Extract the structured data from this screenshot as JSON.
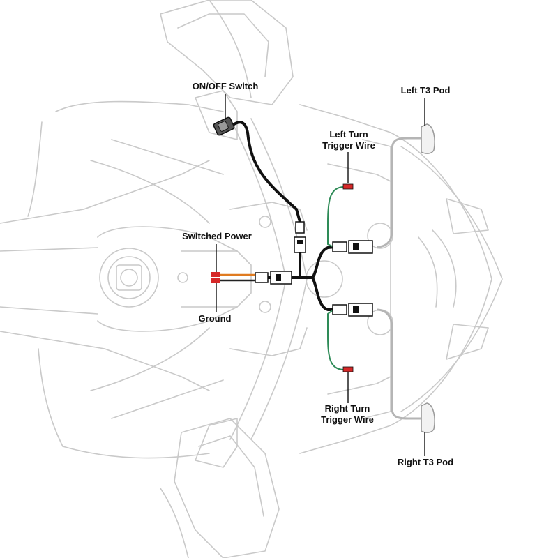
{
  "labels": {
    "on_off_switch": "ON/OFF Switch",
    "left_t3_pod": "Left T3 Pod",
    "left_turn_trigger_line1": "Left Turn",
    "left_turn_trigger_line2": "Trigger Wire",
    "switched_power": "Switched Power",
    "ground": "Ground",
    "right_turn_trigger_line1": "Right Turn",
    "right_turn_trigger_line2": "Trigger Wire",
    "right_t3_pod": "Right T3 Pod"
  },
  "colors": {
    "outline": "#c9c9c9",
    "main_harness": "#111111",
    "trigger_wire": "#2e8b57",
    "trigger_tap": "#d62828",
    "power_wire": "#e07b20",
    "pod_wire": "#b5b5b5"
  }
}
